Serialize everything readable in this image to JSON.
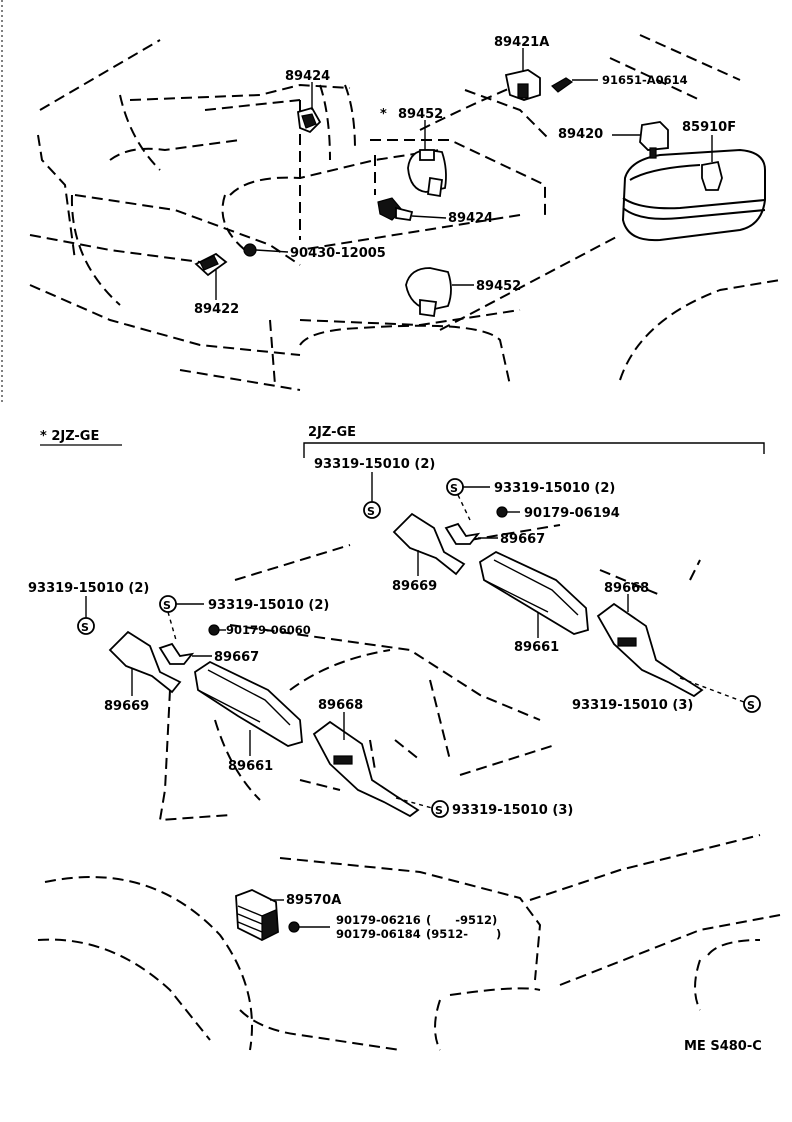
{
  "sheet_code": "ME S480-C",
  "top": {
    "labels": {
      "p89421A": "89421A",
      "p91651": "91651-A0614",
      "p89424a": "89424",
      "star": "*",
      "p89452a": "89452",
      "p89420": "89420",
      "p85910F": "85910F",
      "p89424b": "89424",
      "p90430": "90430-12005",
      "p89452b": "89452",
      "p89422": "89422"
    }
  },
  "middle_left": {
    "heading": "* 2JZ-GE",
    "labels": {
      "s1": "93319-15010 (2)",
      "s2": "93319-15010 (2)",
      "n1": "90179-06060",
      "p89667": "89667",
      "p89669": "89669",
      "p89661": "89661",
      "p89668": "89668",
      "s3": "93319-15010 (3)"
    }
  },
  "middle_right": {
    "heading": "2JZ-GE",
    "labels": {
      "s1": "93319-15010 (2)",
      "s2": "93319-15010 (2)",
      "n1": "90179-06194",
      "p89667": "89667",
      "p89669": "89669",
      "p89661": "89661",
      "p89668": "89668",
      "s3": "93319-15010 (3)"
    }
  },
  "bottom": {
    "labels": {
      "p89570A": "89570A",
      "n1": "90179-06216",
      "n1_range": "(      -9512)",
      "n2": "90179-06184",
      "n2_range": "(9512-       )"
    }
  }
}
